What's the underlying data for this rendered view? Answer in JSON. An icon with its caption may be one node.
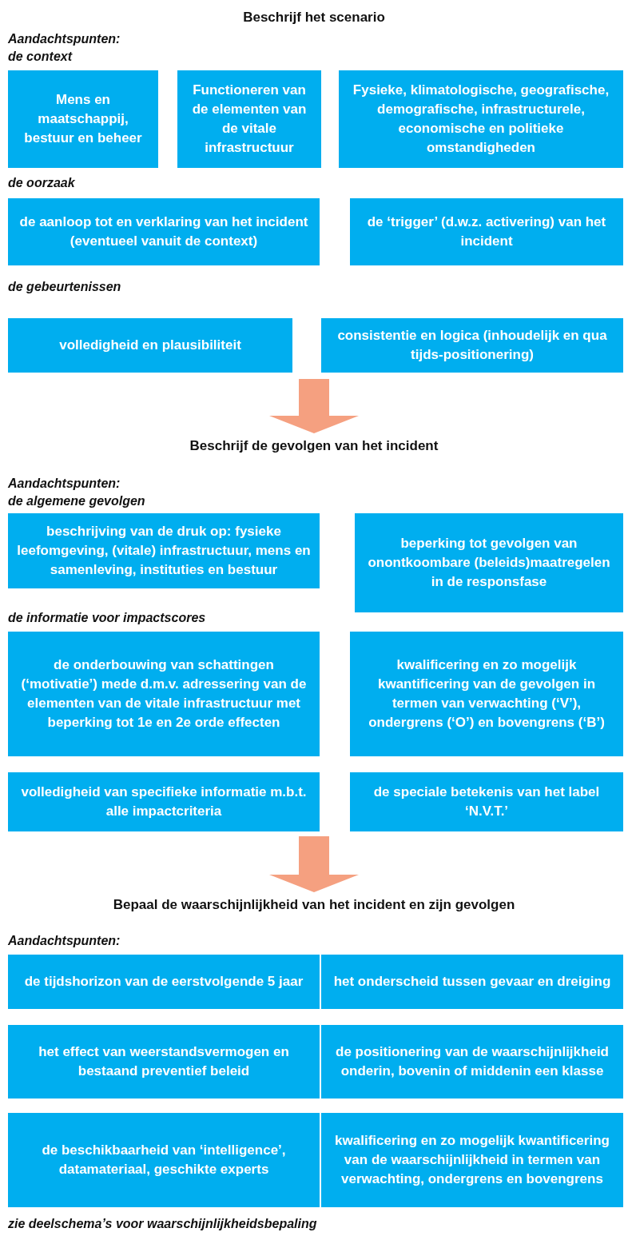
{
  "diagram": {
    "nodes": [
      {
        "text": [
          "Beschrijf het scenario"
        ]
      },
      {
        "text": [
          "Mens en maatschappij, bestuur en beheer"
        ]
      },
      {
        "text": [
          "Functioneren van de elementen van de vitale infrastructuur"
        ]
      },
      {
        "text": [
          "Fysieke, klimatologische, geografische, demografische, infrastructurele, economische en politieke omstandigheden"
        ]
      },
      {
        "text": [
          "de aanloop tot en verklaring van het incident (eventueel vanuit de context)"
        ]
      },
      {
        "text": [
          "de ‘trigger’ (d.w.z. activering) van het incident"
        ]
      },
      {
        "text": [
          "volledigheid en plausibiliteit"
        ]
      },
      {
        "text": [
          "consistentie en logica (inhoudelijk en qua tijds-positionering)"
        ]
      },
      {
        "text": [
          "Beschrijf de gevolgen van het incident"
        ]
      },
      {
        "text": [
          "beschrijving van de druk op: fysieke leefomgeving, (vitale) infrastructuur, mens en samenleving, instituties en bestuur"
        ]
      },
      {
        "text": [
          "beperking tot gevolgen van onontkoombare (beleids)maatregelen in de responsfase"
        ]
      },
      {
        "text": [
          "de onderbouwing van schattingen (‘motivatie’) mede d.m.v. adressering van de elementen van de vitale infrastructuur met beperking tot 1e en 2e orde effecten"
        ]
      },
      {
        "text": [
          "kwalificering en zo mogelijk kwantificering van de gevolgen in termen van verwachting (‘V’), ondergrens (‘O’) en bovengrens (‘B’)"
        ]
      },
      {
        "text": [
          "volledigheid van specifieke informatie m.b.t. alle impactcriteria"
        ]
      },
      {
        "text": [
          "de speciale betekenis van het label ‘N.V.T.’"
        ]
      },
      {
        "text": [
          "Bepaal de waarschijnlijkheid van het incident en zijn gevolgen"
        ]
      },
      {
        "text": [
          "de tijdshorizon van de eerstvolgende 5 jaar"
        ]
      },
      {
        "text": [
          "het onderscheid tussen gevaar en dreiging"
        ]
      },
      {
        "text": [
          "het effect van weerstandsvermogen en bestaand preventief beleid"
        ]
      },
      {
        "text": [
          "de positionering van de waarschijnlijkheid onderin, bovenin of middenin een klasse"
        ]
      },
      {
        "text": [
          "de beschikbaarheid van ‘intelligence’, datamateriaal, geschikte experts"
        ]
      },
      {
        "text": [
          "kwalificering en zo mogelijk kwantificering van de waarschijnlijkheid in termen van verwachting, ondergrens en bovengrens"
        ]
      }
    ],
    "edges": [
      {
        "from": null,
        "to": 8,
        "arrow": "to",
        "style": "thick"
      },
      {
        "from": null,
        "to": 15,
        "arrow": "to",
        "style": "thick"
      }
    ],
    "labels": [
      "Aandachtspunten:",
      "de context",
      "de oorzaak",
      "de gebeurtenissen",
      "Aandachtspunten:",
      "de algemene gevolgen",
      "de informatie voor impactscores",
      "Aandachtspunten:",
      "zie deelschema’s voor waarschijnlijkheidsbepaling"
    ]
  }
}
